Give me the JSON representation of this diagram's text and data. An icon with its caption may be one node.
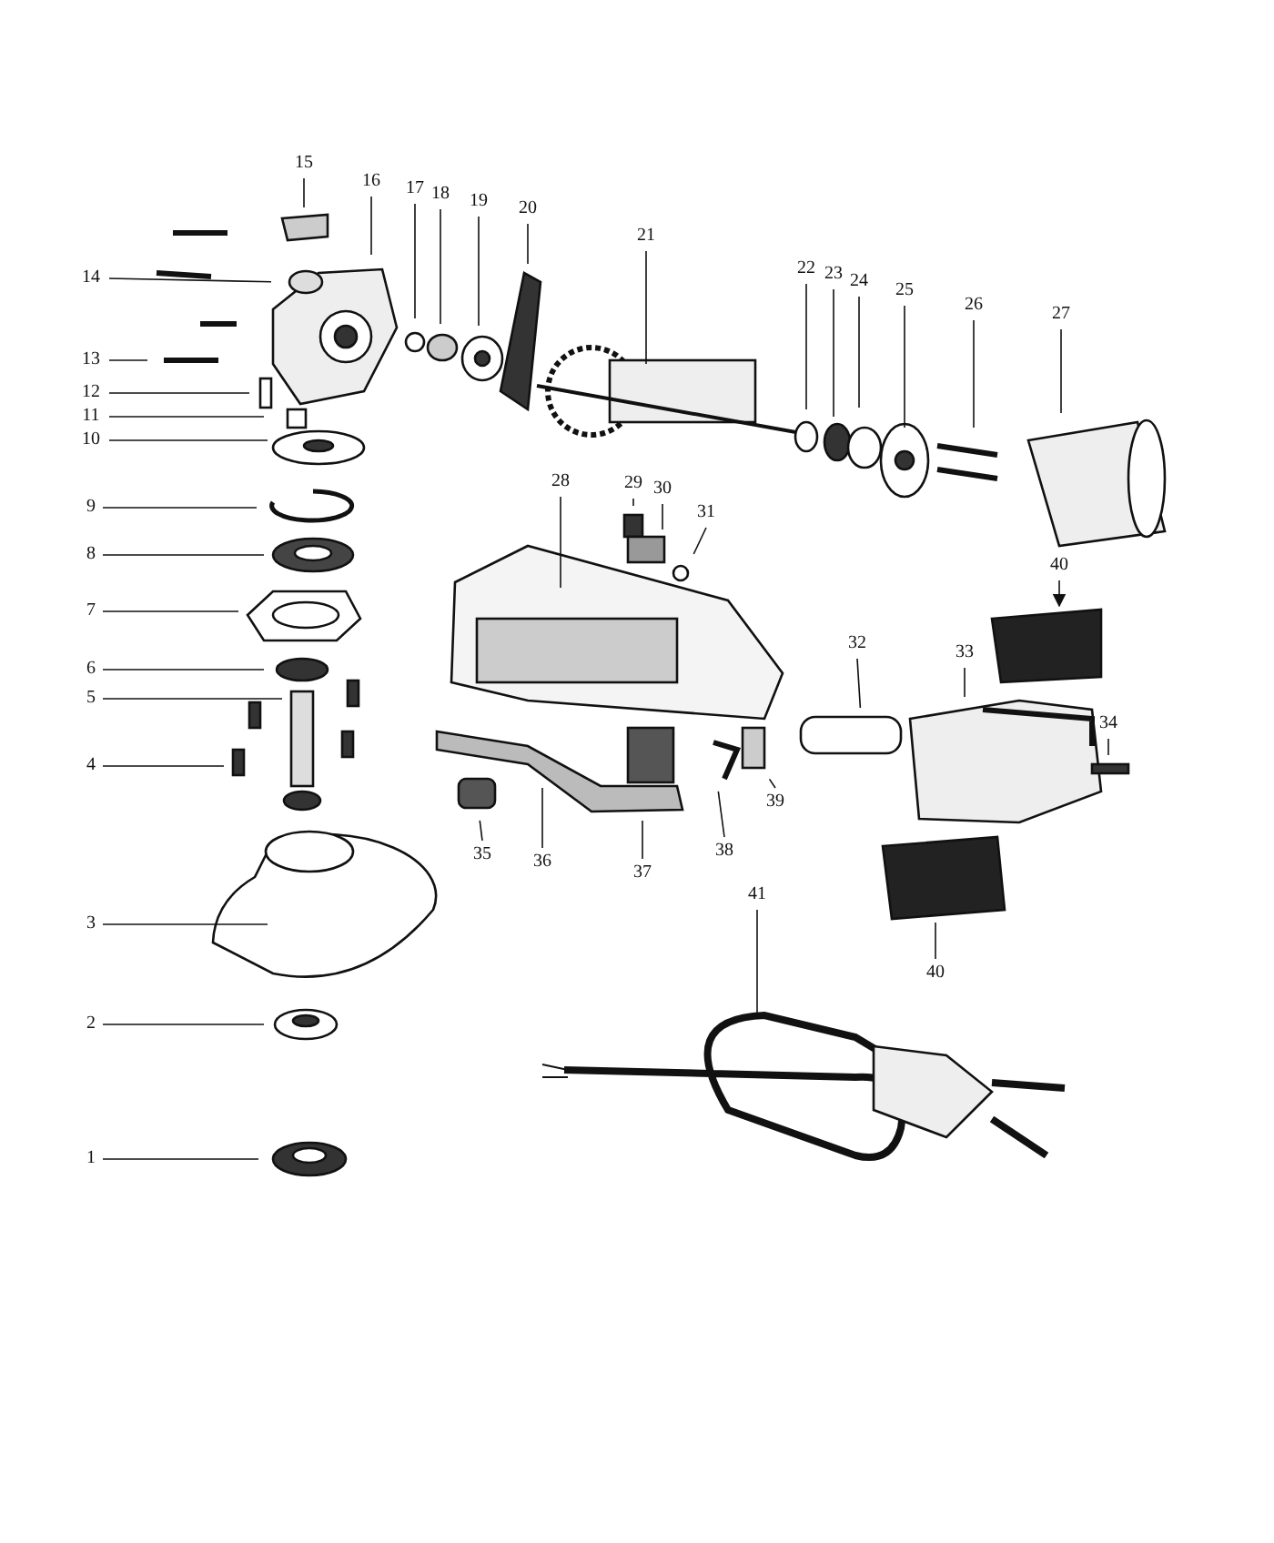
{
  "diagram": {
    "nodes": [
      {
        "text": [
          "1"
        ]
      },
      {
        "text": [
          "2"
        ]
      },
      {
        "text": [
          "3"
        ]
      },
      {
        "text": [
          "4"
        ]
      },
      {
        "text": [
          "5"
        ]
      },
      {
        "text": [
          "6"
        ]
      },
      {
        "text": [
          "7"
        ]
      },
      {
        "text": [
          "8"
        ]
      },
      {
        "text": [
          "9"
        ]
      },
      {
        "text": [
          "10"
        ]
      },
      {
        "text": [
          "11"
        ]
      },
      {
        "text": [
          "12"
        ]
      },
      {
        "text": [
          "13"
        ]
      },
      {
        "text": [
          "14"
        ]
      },
      {
        "text": [
          "15"
        ]
      },
      {
        "text": [
          "16"
        ]
      },
      {
        "text": [
          "17"
        ]
      },
      {
        "text": [
          "18"
        ]
      },
      {
        "text": [
          "19"
        ]
      },
      {
        "text": [
          "20"
        ]
      },
      {
        "text": [
          "21"
        ]
      },
      {
        "text": [
          "22"
        ]
      },
      {
        "text": [
          "23"
        ]
      },
      {
        "text": [
          "24"
        ]
      },
      {
        "text": [
          "25"
        ]
      },
      {
        "text": [
          "26"
        ]
      },
      {
        "text": [
          "27"
        ]
      },
      {
        "text": [
          "28"
        ]
      },
      {
        "text": [
          "29"
        ]
      },
      {
        "text": [
          "30"
        ]
      },
      {
        "text": [
          "31"
        ]
      },
      {
        "text": [
          "32"
        ]
      },
      {
        "text": [
          "33"
        ]
      },
      {
        "text": [
          "34"
        ]
      },
      {
        "text": [
          "35"
        ]
      },
      {
        "text": [
          "36"
        ]
      },
      {
        "text": [
          "37"
        ]
      },
      {
        "text": [
          "38"
        ]
      },
      {
        "text": [
          "39"
        ]
      },
      {
        "text": [
          "40"
        ]
      },
      {
        "text": [
          "40"
        ]
      },
      {
        "text": [
          "41"
        ]
      }
    ],
    "edges": [
      {
        "from": 0,
        "to": null,
        "arrow": "none"
      },
      {
        "from": 1,
        "to": null,
        "arrow": "none"
      },
      {
        "from": 2,
        "to": null,
        "arrow": "none"
      },
      {
        "from": 3,
        "to": null,
        "arrow": "none"
      },
      {
        "from": 4,
        "to": null,
        "arrow": "none"
      },
      {
        "from": 5,
        "to": null,
        "arrow": "none"
      },
      {
        "from": 6,
        "to": null,
        "arrow": "none"
      },
      {
        "from": 7,
        "to": null,
        "arrow": "none"
      },
      {
        "from": 8,
        "to": null,
        "arrow": "none"
      },
      {
        "from": 9,
        "to": null,
        "arrow": "none"
      },
      {
        "from": 10,
        "to": null,
        "arrow": "none"
      },
      {
        "from": 11,
        "to": null,
        "arrow": "none"
      },
      {
        "from": 12,
        "to": null,
        "arrow": "none"
      },
      {
        "from": 13,
        "to": null,
        "arrow": "none"
      },
      {
        "from": 14,
        "to": null,
        "arrow": "none"
      },
      {
        "from": 15,
        "to": null,
        "arrow": "none"
      },
      {
        "from": 16,
        "to": null,
        "arrow": "none"
      },
      {
        "from": 17,
        "to": null,
        "arrow": "none"
      },
      {
        "from": 18,
        "to": null,
        "arrow": "none"
      },
      {
        "from": 19,
        "to": null,
        "arrow": "none"
      },
      {
        "from": 20,
        "to": null,
        "arrow": "none"
      },
      {
        "from": 21,
        "to": null,
        "arrow": "none"
      },
      {
        "from": 22,
        "to": null,
        "arrow": "none"
      },
      {
        "from": 23,
        "to": null,
        "arrow": "none"
      },
      {
        "from": 24,
        "to": null,
        "arrow": "none"
      },
      {
        "from": 25,
        "to": null,
        "arrow": "none"
      },
      {
        "from": 26,
        "to": null,
        "arrow": "none"
      },
      {
        "from": 27,
        "to": null,
        "arrow": "none"
      },
      {
        "from": 28,
        "to": null,
        "arrow": "none"
      },
      {
        "from": 29,
        "to": null,
        "arrow": "none"
      },
      {
        "from": 30,
        "to": null,
        "arrow": "none"
      },
      {
        "from": 31,
        "to": null,
        "arrow": "none"
      },
      {
        "from": 32,
        "to": null,
        "arrow": "none"
      },
      {
        "from": 33,
        "to": null,
        "arrow": "none"
      },
      {
        "from": 34,
        "to": null,
        "arrow": "none"
      },
      {
        "from": 35,
        "to": null,
        "arrow": "none"
      },
      {
        "from": 36,
        "to": null,
        "arrow": "none"
      },
      {
        "from": 37,
        "to": null,
        "arrow": "none"
      },
      {
        "from": 38,
        "to": null,
        "arrow": "none"
      },
      {
        "from": 39,
        "to": null,
        "arrow": "to"
      },
      {
        "from": 40,
        "to": null,
        "arrow": "none"
      },
      {
        "from": 41,
        "to": null,
        "arrow": "none"
      }
    ]
  }
}
